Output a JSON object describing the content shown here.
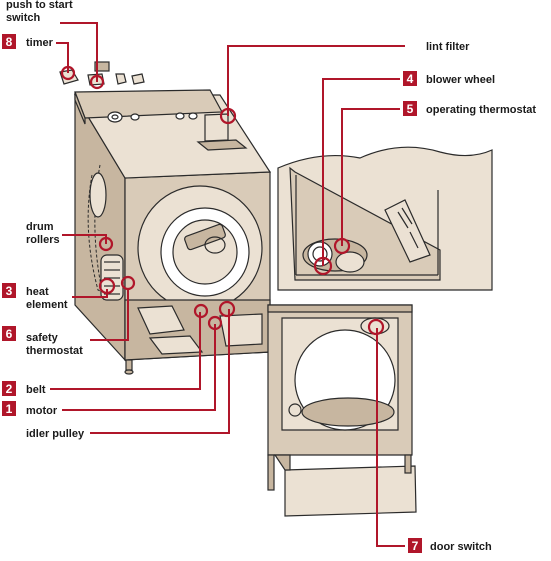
{
  "labels": {
    "push_to_start": "push to start\nswitch",
    "timer": "timer",
    "lint_filter": "lint filter",
    "blower_wheel": "blower wheel",
    "operating_thermostat": "operating thermostat",
    "drum_rollers": "drum\nrollers",
    "heat_element": "heat\nelement",
    "safety_thermostat": "safety\nthermostat",
    "belt": "belt",
    "motor": "motor",
    "idler_pulley": "idler pulley",
    "door_switch": "door switch"
  },
  "badges": {
    "timer": "8",
    "blower_wheel": "4",
    "operating_thermostat": "5",
    "heat_element": "3",
    "safety_thermostat": "6",
    "belt": "2",
    "motor": "1",
    "door_switch": "7"
  },
  "colors": {
    "accent": "#b0162a",
    "body": "#d9cbb8",
    "outline": "#2b2b2b"
  }
}
